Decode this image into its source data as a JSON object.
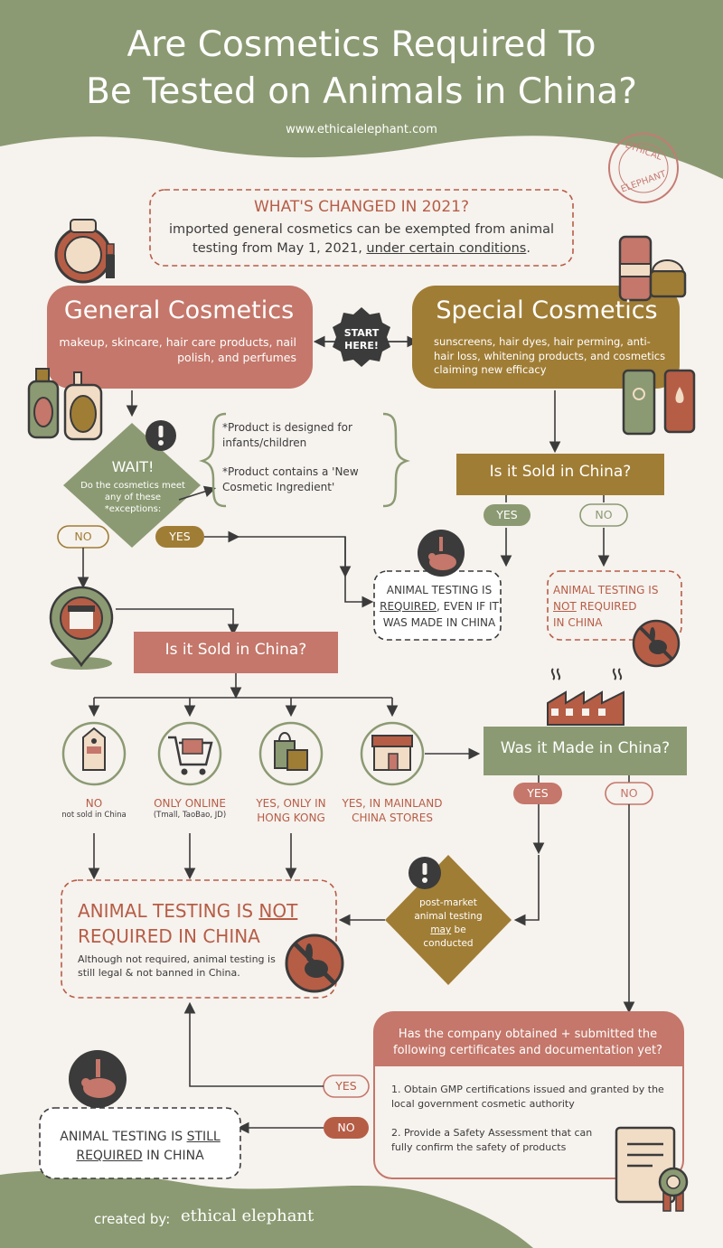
{
  "header": {
    "title_line1": "Are Cosmetics Required To",
    "title_line2": "Be Tested on Animals in China?",
    "url": "www.ethicalelephant.com"
  },
  "stamp": {
    "line1": "ETHICAL",
    "line2": "ELEPHANT"
  },
  "changed": {
    "title": "WHAT'S CHANGED IN 2021?",
    "body_start": "imported general cosmetics can be exempted from animal testing from May 1, 2021,",
    "body_link": "under certain conditions",
    "body_end": "."
  },
  "general": {
    "title": "General Cosmetics",
    "desc": "makeup, skincare, hair care products, nail polish, and perfumes"
  },
  "start": {
    "line1": "START",
    "line2": "HERE!"
  },
  "special": {
    "title": "Special Cosmetics",
    "desc": "sunscreens, hair dyes, hair perming, anti-hair loss, whitening products, and cosmetics claiming new efficacy"
  },
  "wait": {
    "title": "WAIT!",
    "body": "Do the cosmetics meet any of these *exceptions:"
  },
  "exceptions": {
    "item1": "*Product is designed for infants/children",
    "item2": "*Product contains a 'New Cosmetic Ingredient'"
  },
  "labels": {
    "no": "NO",
    "yes": "YES"
  },
  "sold_special": {
    "title": "Is it Sold in China?"
  },
  "required_box": {
    "line1": "ANIMAL TESTING IS",
    "line2_u": "REQUIRED",
    "line2_rest": ", EVEN IF IT",
    "line3": "WAS MADE IN CHINA"
  },
  "notreq_small": {
    "line1": "ANIMAL TESTING IS",
    "line2_u": "NOT",
    "line2_rest": " REQUIRED",
    "line3": "IN CHINA"
  },
  "sold_general": {
    "title": "Is it Sold in China?"
  },
  "options": [
    {
      "label": "NO",
      "sub": "not sold in China"
    },
    {
      "label": "ONLY ONLINE",
      "sub": "(Tmall, TaoBao, JD)"
    },
    {
      "label": "YES, ONLY IN HONG KONG",
      "sub": ""
    },
    {
      "label": "YES, IN MAINLAND CHINA STORES",
      "sub": ""
    }
  ],
  "made": {
    "title": "Was it Made in China?"
  },
  "not_required": {
    "line1": "ANIMAL TESTING IS",
    "line1_u": "NOT",
    "line2": "REQUIRED IN CHINA",
    "body": "Although not required, animal testing is still legal & not banned in China."
  },
  "post_market": {
    "line1": "post-market",
    "line2": "animal testing",
    "line3_u": "may",
    "line3_rest": " be",
    "line4": "conducted"
  },
  "certs": {
    "question": "Has the company obtained + submitted the following certificates and documentation yet?",
    "item1": "1. Obtain GMP certifications issued and granted by the local government cosmetic authority",
    "item2": "2. Provide a Safety Assessment that can fully confirm the safety of products"
  },
  "still_required": {
    "part1": "ANIMAL TESTING IS ",
    "part1_u": "STILL",
    "part2_u": "REQUIRED",
    "part2_rest": " IN CHINA"
  },
  "footer": {
    "created_by": "created by:",
    "brand": "ethical elephant"
  },
  "colors": {
    "olive": "#8b9a72",
    "terracotta": "#c4776a",
    "mustard": "#a07d35",
    "rust": "#b65d46",
    "dark": "#3b3b3b",
    "cream": "#f6f2ee"
  }
}
